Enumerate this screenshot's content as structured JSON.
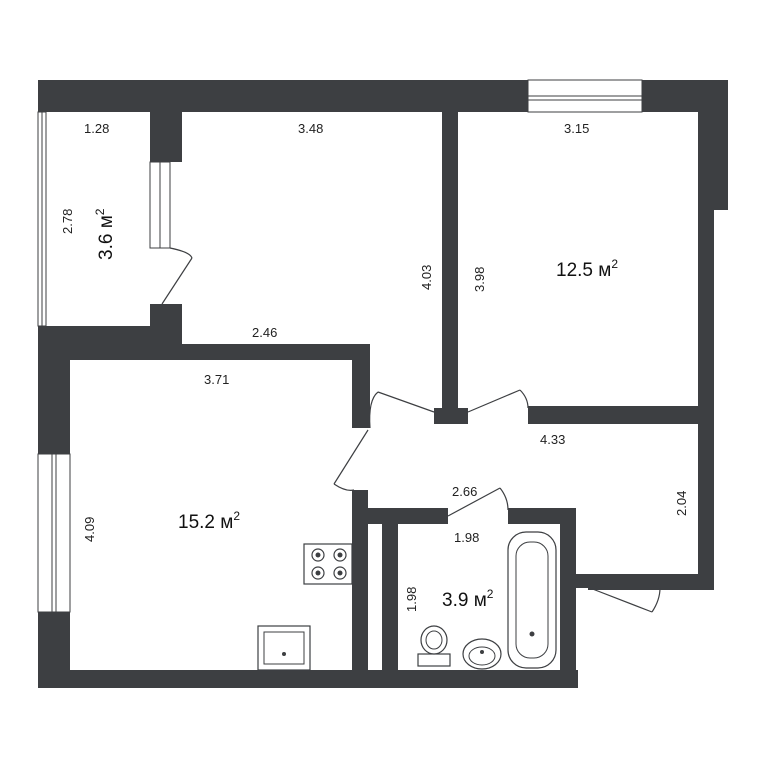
{
  "colors": {
    "wall": "#3d3f42",
    "background": "#ffffff",
    "window": "#ffffff"
  },
  "rooms": [
    {
      "id": "balcony",
      "area": "3.6",
      "unit": "м",
      "exp": "2"
    },
    {
      "id": "bedroom",
      "area": "12.5",
      "unit": "м",
      "exp": "2"
    },
    {
      "id": "kitchen",
      "area": "15.2",
      "unit": "м",
      "exp": "2"
    },
    {
      "id": "bathroom",
      "area": "3.9",
      "unit": "м",
      "exp": "2"
    }
  ],
  "dimensions": {
    "balcony_width": "1.28",
    "balcony_length": "2.78",
    "hall_top": "3.48",
    "hall_right": "4.03",
    "hall_bottom": "2.46",
    "bedroom_width": "3.15",
    "bedroom_left": "3.98",
    "kitchen_width": "3.71",
    "kitchen_length": "4.09",
    "corridor_width": "4.33",
    "corridor_height": "2.04",
    "corridor_inner": "2.66",
    "bath_width": "1.98",
    "bath_height": "1.98"
  },
  "icons": [
    "stove-icon",
    "sink-icon",
    "toilet-icon",
    "washbasin-icon",
    "bathtub-icon"
  ]
}
